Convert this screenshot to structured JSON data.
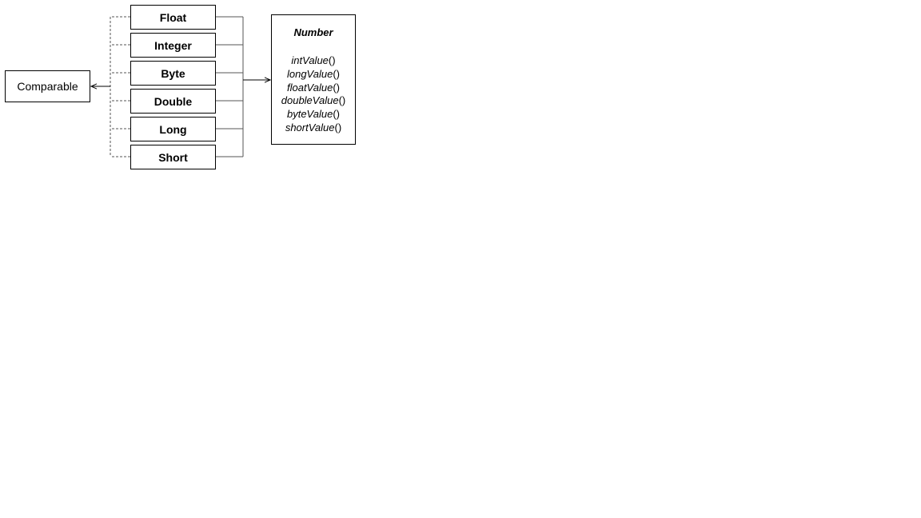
{
  "interface": {
    "label": "Comparable"
  },
  "subclasses": [
    {
      "label": "Float"
    },
    {
      "label": "Integer"
    },
    {
      "label": "Byte"
    },
    {
      "label": "Double"
    },
    {
      "label": "Long"
    },
    {
      "label": "Short"
    }
  ],
  "superclass": {
    "label": "Number",
    "methods": [
      {
        "name": "intValue",
        "suffix": "()"
      },
      {
        "name": "longValue",
        "suffix": "()"
      },
      {
        "name": "floatValue",
        "suffix": "()"
      },
      {
        "name": "doubleValue",
        "suffix": "()"
      },
      {
        "name": "byteValue",
        "suffix": "()"
      },
      {
        "name": "shortValue",
        "suffix": "()"
      }
    ]
  }
}
